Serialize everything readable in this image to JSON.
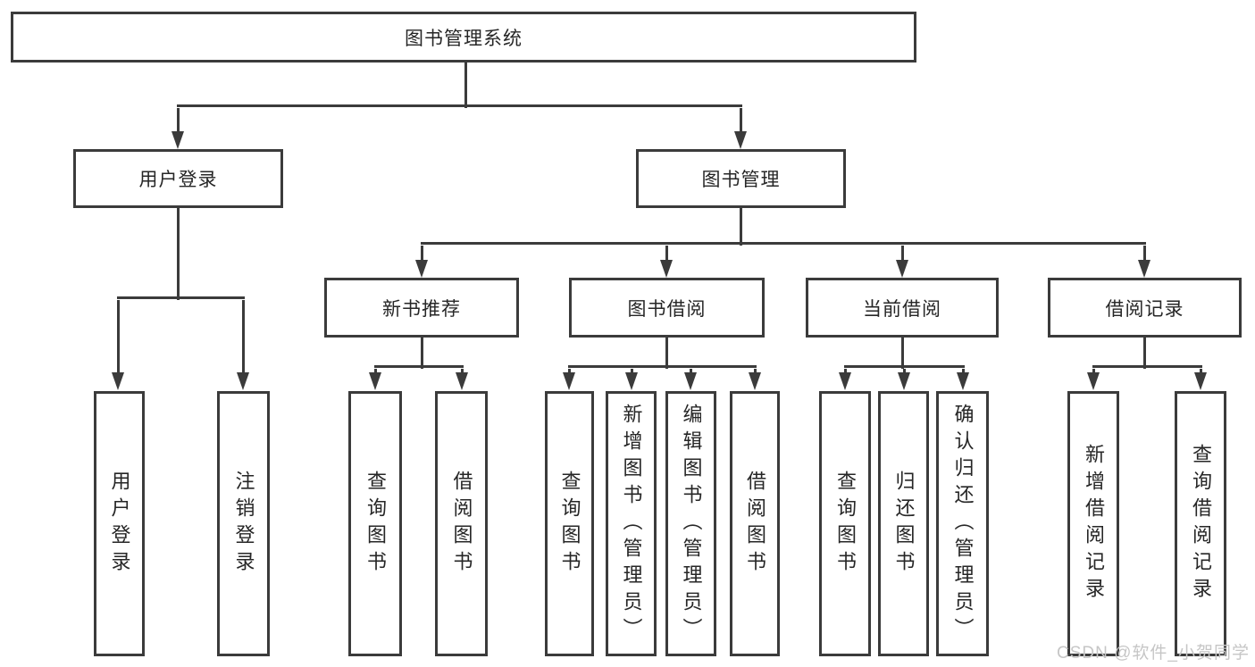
{
  "colors": {
    "line": "#3b3b3b",
    "text": "#262626",
    "background": "#ffffff",
    "watermark": "#c6c6c6"
  },
  "root": {
    "label": "图书管理系统"
  },
  "userLogin": {
    "label": "用户登录",
    "children": {
      "login": {
        "label": "用户登录"
      },
      "logout": {
        "label": "注销登录"
      }
    }
  },
  "bookMgmt": {
    "label": "图书管理",
    "children": {
      "newBooks": {
        "label": "新书推荐",
        "children": {
          "query": {
            "label": "查询图书"
          },
          "borrow": {
            "label": "借阅图书"
          }
        }
      },
      "bookBorrow": {
        "label": "图书借阅",
        "children": {
          "query": {
            "label": "查询图书"
          },
          "add": {
            "label": "新增图书（管理员）"
          },
          "edit": {
            "label": "编辑图书（管理员）"
          },
          "borrow": {
            "label": "借阅图书"
          }
        }
      },
      "currentBorrow": {
        "label": "当前借阅",
        "children": {
          "query": {
            "label": "查询图书"
          },
          "return": {
            "label": "归还图书"
          },
          "confirmReturn": {
            "label": "确认归还（管理员）"
          }
        }
      },
      "borrowRecords": {
        "label": "借阅记录",
        "children": {
          "add": {
            "label": "新增借阅记录"
          },
          "query": {
            "label": "查询借阅记录"
          }
        }
      }
    }
  },
  "watermark": {
    "label": "CSDN @软件_小贺同学"
  }
}
